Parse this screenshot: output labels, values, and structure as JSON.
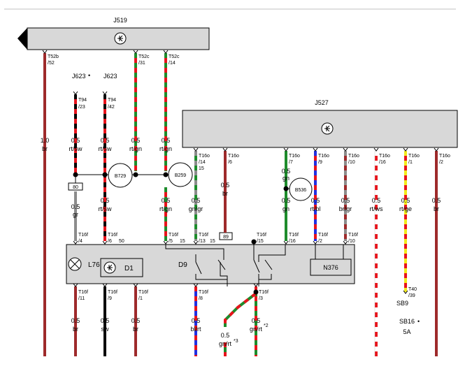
{
  "colors": {
    "br": "#9e2a2b",
    "rt": "#e8141c",
    "sw": "#000000",
    "gn": "#1e8c2c",
    "gr": "#8c8c8c",
    "bl": "#2230e0",
    "ws": "#ffffff",
    "ge": "#f2ea1c"
  },
  "icons": {
    "control_unit": "transistor-circle-icon",
    "lamp": "bulb-cross-icon",
    "connector_pin": "pin-arrow-icon"
  },
  "components": {
    "j519": "J519",
    "j527": "J527",
    "j623_a": "J623",
    "j623_a_mark": "•",
    "j623_b": "J623",
    "l76": "L76",
    "d1": "D1",
    "d9": "D9",
    "n376": "N376",
    "b729": "B729",
    "b259": "B259",
    "b536": "B536",
    "sb9": "SB9",
    "sb16": "SB16",
    "sb16_mark": "•",
    "sb16_amp": "5A",
    "box80": "80",
    "box89": "89"
  },
  "wires": [
    {
      "conn": "T52b",
      "pin": "/52",
      "size": "1.0",
      "color": "br"
    },
    {
      "conn": "T94",
      "pin": "/23",
      "size": "0.5",
      "color": "rt/sw"
    },
    {
      "conn": "T94",
      "pin": "/42",
      "size": "0.5",
      "color": "rt/sw"
    },
    {
      "conn": "T52c",
      "pin": "/31",
      "size": "0.5",
      "color": "rt/gn"
    },
    {
      "conn": "T52c",
      "pin": "/14",
      "size": "0.5",
      "color": "rt/gn"
    },
    {
      "conn": "T16o",
      "pin": "/14",
      "pin2": "15",
      "size": "0.5",
      "color": "gn/gr"
    },
    {
      "conn": "T16o",
      "pin": "/6",
      "size": "0.5",
      "color": "br"
    },
    {
      "conn": "T16o",
      "pin": "/7",
      "size": "0.5",
      "color": "gn"
    },
    {
      "conn": "T16o",
      "pin": "/9",
      "size": "0.5",
      "color": "rt/bl"
    },
    {
      "conn": "T16o",
      "pin": "/10",
      "size": "0.5",
      "color": "br/gr"
    },
    {
      "conn": "T16o",
      "pin": "/16",
      "size": "0.5",
      "color": "rt/ws"
    },
    {
      "conn": "T16o",
      "pin": "/1",
      "size": "0.5",
      "color": "rt/ge"
    },
    {
      "conn": "T16o",
      "pin": "/2",
      "size": "0.5",
      "color": "br"
    }
  ],
  "extra_labels": {
    "rtsw_lower": {
      "size": "0.5",
      "color": "rt/sw"
    },
    "gr_lower": {
      "size": "0.5",
      "color": "gr"
    },
    "gn_mid": {
      "size": "0.5",
      "color": "gn"
    }
  },
  "t16f_top": [
    {
      "conn": "T16f",
      "pin": "/4"
    },
    {
      "conn": "T16f",
      "pin": "/6",
      "pin2": "50"
    },
    {
      "conn": "T16f",
      "pin": "/5",
      "pin2": "15"
    },
    {
      "conn": "T16f",
      "pin": "/13",
      "pin2": "15"
    },
    {
      "conn": "T16f",
      "pin": "/15"
    },
    {
      "conn": "T16f",
      "pin": "/16"
    },
    {
      "conn": "T16f",
      "pin": "/2"
    },
    {
      "conn": "T16f",
      "pin": "/10"
    }
  ],
  "t16f_bottom": [
    {
      "conn": "T16f",
      "pin": "/11",
      "size": "0.5",
      "color": "br"
    },
    {
      "conn": "T16f",
      "pin": "/9",
      "size": "0.5",
      "color": "sw"
    },
    {
      "conn": "T16f",
      "pin": "/1",
      "size": "0.5",
      "color": "br"
    },
    {
      "conn": "T16f",
      "pin": "/8",
      "size": "0.5",
      "color": "bl/rt"
    },
    {
      "conn": "T16f",
      "pin": "/3",
      "size": "0.5",
      "color": "gn/rt",
      "note": "*2"
    },
    {
      "size": "0.5",
      "color": "gn/rt",
      "note": "*3"
    }
  ],
  "t40": {
    "conn": "T40",
    "pin": "/39"
  }
}
